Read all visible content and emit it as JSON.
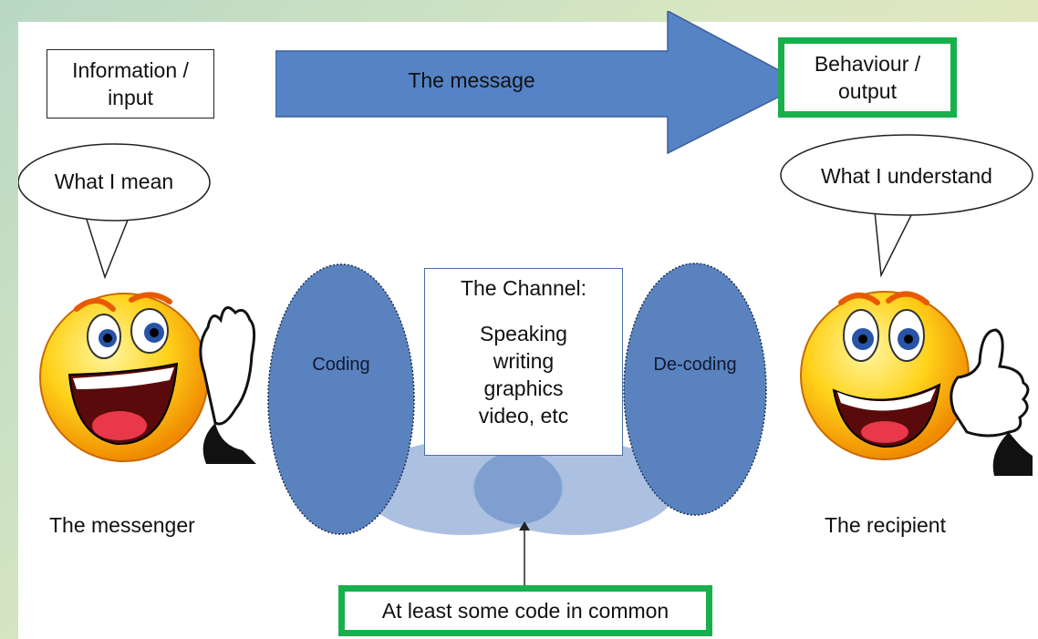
{
  "input_box": {
    "text": "Information /\ninput"
  },
  "arrow": {
    "label": "The message",
    "color": "#5683c6"
  },
  "output_box": {
    "text": "Behaviour /\noutput",
    "border_color": "#18b04c"
  },
  "sender_bubble": {
    "text": "What I mean"
  },
  "receiver_bubble": {
    "text": "What I understand"
  },
  "coding_oval": {
    "label": "Coding",
    "color": "#5a82be"
  },
  "decoding_oval": {
    "label": "De-coding",
    "color": "#5a82be"
  },
  "channel": {
    "title": "The Channel:",
    "items": [
      "Speaking",
      "writing",
      "graphics",
      "video, etc"
    ]
  },
  "messenger_label": "The messenger",
  "recipient_label": "The recipient",
  "common_code_box": {
    "text": "At least some code in common",
    "border_color": "#18b04c"
  },
  "icons": {
    "messenger": "shouting-smiley-face-icon",
    "recipient": "thumbs-up-smiley-face-icon"
  }
}
